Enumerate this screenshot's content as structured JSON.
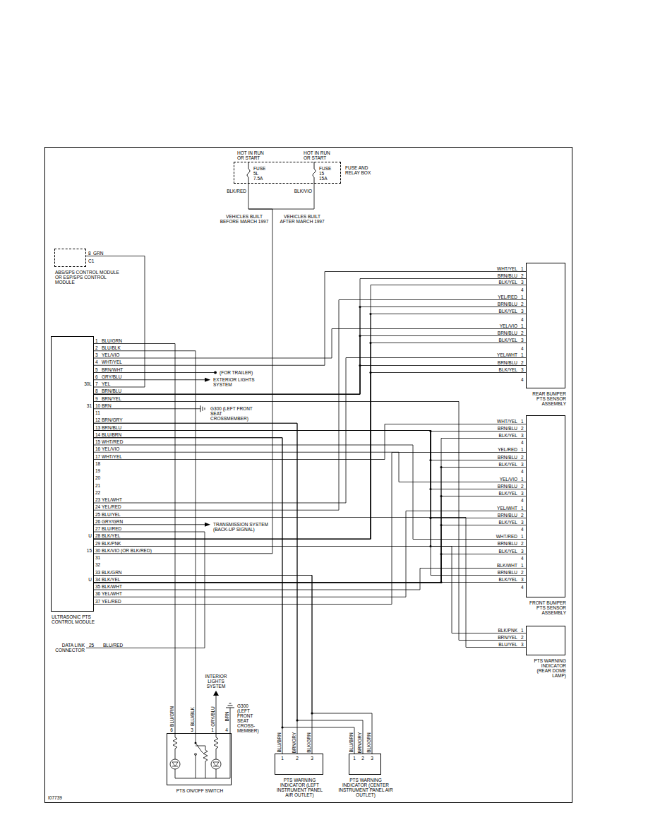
{
  "diagram": {
    "nodes": [
      {
        "text": [
          "HOT IN RUN OR START",
          "FUSE 5L 7.5A",
          "HOT IN RUN OR START",
          "FUSE 15 15A",
          "FUSE AND RELAY BOX"
        ]
      },
      {
        "text": [
          "ABS/SPS CONTROL MODULE OR ESP/SPS CONTROL MODULE"
        ]
      },
      {
        "text": [
          "ULTRASONIC PTS CONTROL MODULE"
        ]
      },
      {
        "text": [
          "REAR BUMPER PTS SENSOR ASSEMBLY"
        ]
      },
      {
        "text": [
          "FRONT BUMPER PTS SENSOR ASSEMBLY"
        ]
      },
      {
        "text": [
          "PTS WARNING INDICATOR (REAR DOME LAMP)"
        ]
      },
      {
        "text": [
          "PTS ON/OFF SWITCH"
        ]
      },
      {
        "text": [
          "PTS WARNING INDICATOR (LEFT INSTRUMENT PANEL AIR OUTLET)"
        ]
      },
      {
        "text": [
          "PTS WARNING INDICATOR (CENTER INSTRUMENT PANEL AIR OUTLET)"
        ]
      }
    ],
    "edges": [
      {
        "from": 2,
        "to": 0,
        "arrow": "none"
      },
      {
        "from": 2,
        "to": 1,
        "arrow": "none"
      },
      {
        "from": 2,
        "to": 3,
        "arrow": "none"
      },
      {
        "from": 2,
        "to": 3,
        "arrow": "none"
      },
      {
        "from": 2,
        "to": 3,
        "arrow": "none"
      },
      {
        "from": 2,
        "to": 3,
        "arrow": "none"
      },
      {
        "from": 2,
        "to": 3,
        "arrow": "none"
      },
      {
        "from": 2,
        "to": 3,
        "arrow": "none"
      },
      {
        "from": 2,
        "to": 3,
        "arrow": "none"
      },
      {
        "from": 2,
        "to": 3,
        "arrow": "none"
      },
      {
        "from": 2,
        "to": 3,
        "arrow": "none"
      },
      {
        "from": 2,
        "to": 3,
        "arrow": "none"
      },
      {
        "from": 2,
        "to": 3,
        "arrow": "none"
      },
      {
        "from": 2,
        "to": 3,
        "arrow": "none"
      },
      {
        "from": 2,
        "to": 4,
        "arrow": "none"
      },
      {
        "from": 2,
        "to": 4,
        "arrow": "none"
      },
      {
        "from": 2,
        "to": 4,
        "arrow": "none"
      },
      {
        "from": 2,
        "to": 4,
        "arrow": "none"
      },
      {
        "from": 2,
        "to": 4,
        "arrow": "none"
      },
      {
        "from": 2,
        "to": 4,
        "arrow": "none"
      },
      {
        "from": 2,
        "to": 4,
        "arrow": "none"
      },
      {
        "from": 2,
        "to": 4,
        "arrow": "none"
      },
      {
        "from": 2,
        "to": 4,
        "arrow": "none"
      },
      {
        "from": 2,
        "to": 4,
        "arrow": "none"
      },
      {
        "from": 2,
        "to": 4,
        "arrow": "none"
      },
      {
        "from": 2,
        "to": 4,
        "arrow": "none"
      },
      {
        "from": 2,
        "to": 4,
        "arrow": "none"
      },
      {
        "from": 2,
        "to": 4,
        "arrow": "none"
      },
      {
        "from": 2,
        "to": 4,
        "arrow": "none"
      },
      {
        "from": 2,
        "to": 4,
        "arrow": "none"
      },
      {
        "from": 2,
        "to": 4,
        "arrow": "none"
      },
      {
        "from": 2,
        "to": 4,
        "arrow": "none"
      },
      {
        "from": 2,
        "to": 5,
        "arrow": "none"
      },
      {
        "from": 2,
        "to": 5,
        "arrow": "none"
      },
      {
        "from": 2,
        "to": 5,
        "arrow": "none"
      },
      {
        "from": 2,
        "to": 6,
        "arrow": "none"
      },
      {
        "from": 2,
        "to": 6,
        "arrow": "none"
      },
      {
        "from": 2,
        "to": 7,
        "arrow": "none"
      },
      {
        "from": 2,
        "to": 7,
        "arrow": "none"
      },
      {
        "from": 2,
        "to": 7,
        "arrow": "none"
      },
      {
        "from": 2,
        "to": 8,
        "arrow": "none"
      },
      {
        "from": 2,
        "to": 8,
        "arrow": "none"
      },
      {
        "from": 2,
        "to": 8,
        "arrow": "none"
      }
    ],
    "labels": [
      "30L",
      "31",
      "U",
      "15",
      "U",
      "1",
      "BLU/GRN",
      "2",
      "BLU/BLK",
      "3",
      "YEL/VIO",
      "4",
      "WHT/YEL",
      "5",
      "BRN/WHT",
      "6",
      "GRY/BLU",
      "7",
      "YEL",
      "8",
      "BRN/BLU",
      "9",
      "BRN/YEL",
      "10",
      "BRN",
      "11",
      "12",
      "BRN/GRY",
      "13",
      "BRN/BLU",
      "14",
      "BLU/BRN",
      "15",
      "WHT/RED",
      "16",
      "YEL/VIO",
      "17",
      "WHT/YEL",
      "18",
      "19",
      "20",
      "21",
      "22",
      "23",
      "YEL/WHT",
      "24",
      "YEL/RED",
      "25",
      "BLU/YEL",
      "26",
      "GRY/GRN",
      "27",
      "BLU/RED",
      "28",
      "BLK/YEL",
      "29",
      "BLK/PNK",
      "30",
      "BLK/VIO (OR BLK/RED)",
      "31",
      "32",
      "33",
      "BLK/GRN",
      "34",
      "BLK/YEL",
      "35",
      "BLK/WHT",
      "36",
      "YEL/WHT",
      "37",
      "YEL/RED",
      "(FOR TRAILER)",
      "EXTERIOR LIGHTS SYSTEM",
      "G300 (LEFT FRONT SEAT CROSSMEMBER)",
      "TRANSMISSION SYSTEM (BACK-UP SIGNAL)",
      "DATA LINK CONNECTOR",
      "25",
      "BLU/RED",
      "8",
      "GRN",
      "C1",
      "BLK/RED",
      "BLK/VIO",
      "VEHICLES BUILT BEFORE MARCH 1997",
      "VEHICLES BUILT AFTER MARCH 1997",
      "WHT/YEL",
      "1",
      "BRN/BLU",
      "2",
      "BLK/YEL",
      "3",
      "4",
      "YEL/RED",
      "1",
      "BRN/BLU",
      "2",
      "BLK/YEL",
      "3",
      "4",
      "YEL/VIO",
      "1",
      "BRN/BLU",
      "2",
      "BLK/YEL",
      "3",
      "4",
      "YEL/WHT",
      "1",
      "BRN/BLU",
      "2",
      "BLK/YEL",
      "3",
      "4",
      "WHT/YEL",
      "1",
      "BRN/BLU",
      "2",
      "BLK/YEL",
      "3",
      "4",
      "YEL/RED",
      "1",
      "BRN/BLU",
      "2",
      "BLK/YEL",
      "3",
      "4",
      "YEL/VIO",
      "1",
      "BRN/BLU",
      "2",
      "BLK/YEL",
      "3",
      "4",
      "YEL/WHT",
      "1",
      "BRN/BLU",
      "2",
      "BLK/YEL",
      "3",
      "4",
      "WHT/RED",
      "1",
      "BRN/BLU",
      "2",
      "BLK/YEL",
      "3",
      "4",
      "BLK/WHT",
      "1",
      "BRN/BLU",
      "2",
      "BLK/YEL",
      "3",
      "4",
      "BLK/PNK",
      "1",
      "BRN/YEL",
      "2",
      "BLU/YEL",
      "3",
      "6",
      "BLU/GRN",
      "3",
      "BLU/BLK",
      "1",
      "GRY/BLU",
      "4",
      "BRN",
      "INTERIOR LIGHTS SYSTEM",
      "G300 (LEFT FRONT SEAT CROSS-MEMBER)",
      "1",
      "BLU/BRN",
      "2",
      "BRN/GRY",
      "3",
      "BLK/GRN",
      "1",
      "BLU/BRN",
      "2",
      "BRN/GRY",
      "3",
      "BLK/GRN",
      "I07739"
    ]
  }
}
